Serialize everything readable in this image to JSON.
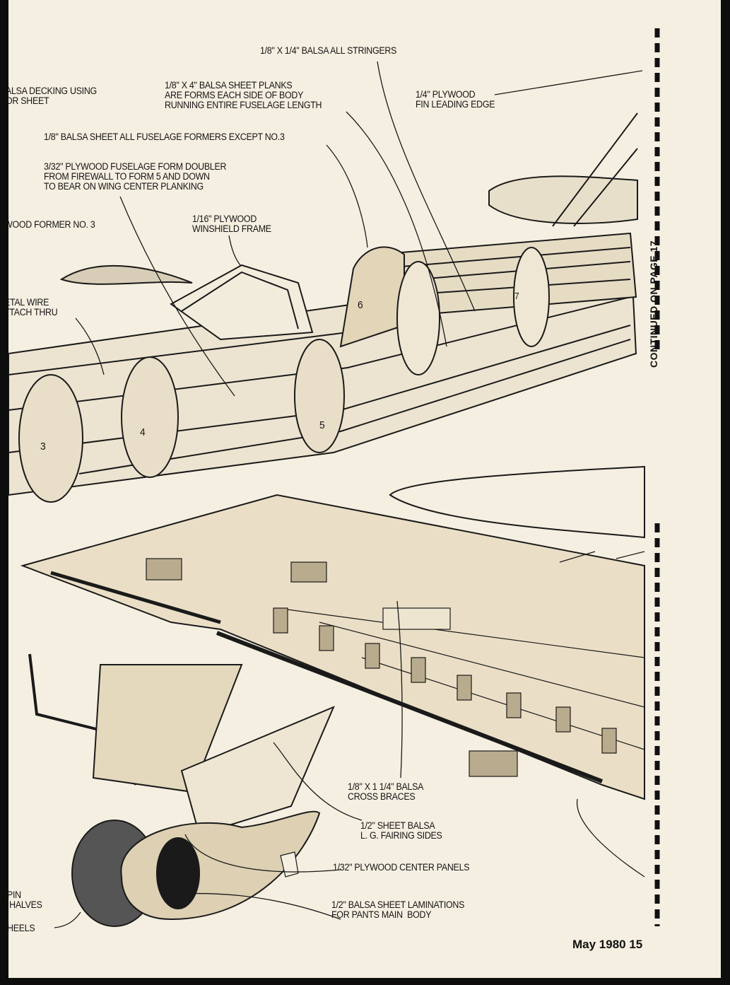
{
  "labels": {
    "stringers": "1/8\" X 1/4\" BALSA ALL STRINGERS",
    "decking": "ALSA DECKING USING\nOR SHEET",
    "planks": "1/8\" X 4\" BALSA SHEET PLANKS\nARE FORMS EACH SIDE OF BODY\nRUNNING ENTIRE FUSELAGE LENGTH",
    "fin": "1/4\" PLYWOOD\nFIN LEADING EDGE",
    "formers": "1/8\" BALSA SHEET ALL FUSELAGE FORMERS EXCEPT NO.3",
    "doubler": "3/32\" PLYWOOD FUSELAGE FORM DOUBLER\nFROM FIREWALL TO FORM 5 AND DOWN\nTO BEAR ON WING CENTER PLANKING",
    "former3": "WOOD FORMER NO. 3",
    "windshield": "1/16\" PLYWOOD\nWINSHIELD FRAME",
    "wire": "ETAL WIRE\nTTACH THRU",
    "cross_braces": "1/8\" X 1 1/4\" BALSA\nCROSS BRACES",
    "fairing": "1/2\" SHEET BALSA\nL. G. FAIRING SIDES",
    "center_panels": "1/32\" PLYWOOD CENTER PANELS",
    "laminations": "1/2\" BALSA SHEET LAMINATIONS\nFOR PANTS MAIN  BODY",
    "pin": "PIN\n HALVES",
    "wheels": "HEELS"
  },
  "former_numbers": [
    "3",
    "4",
    "5",
    "6",
    "7"
  ],
  "continued": "CONTINUED ON PAGE 17",
  "folio": "May 1980  15"
}
